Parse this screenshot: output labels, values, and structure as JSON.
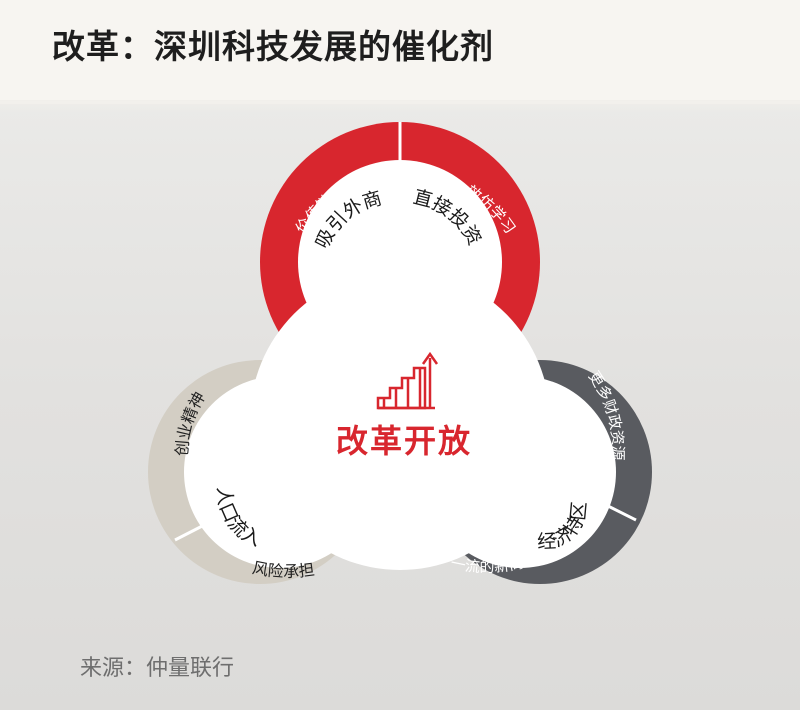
{
  "title": "改革：深圳科技发展的催化剂",
  "center_label": "改革开放",
  "ring_labels": {
    "value_chain": "价值链高端",
    "imitation": "效仿学习",
    "fiscal": "更多财政资源",
    "business_model": "一流的新商业模式",
    "risk": "风险承担",
    "entrepreneurship": "创业精神"
  },
  "inner_labels": {
    "foreign_business": "吸引外商",
    "direct_investment": "直接投资",
    "special_zone": "经济特区",
    "population_inflow": "人口流入"
  },
  "source": "来源：仲量联行",
  "colors": {
    "red": "#d8262e",
    "dark_gray": "#595b60",
    "beige": "#d3cec4",
    "white": "#ffffff"
  },
  "icon": "growth-bars-arrow-icon"
}
